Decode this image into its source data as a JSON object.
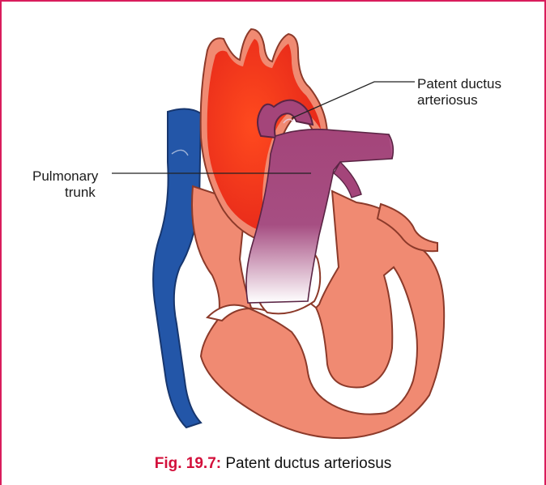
{
  "labels": {
    "patent_ductus_line1": "Patent ductus",
    "patent_ductus_line2": "arteriosus",
    "pulmonary_trunk_line1": "Pulmonary",
    "pulmonary_trunk_line2": "trunk"
  },
  "caption": {
    "number": "Fig. 19.7:",
    "title": "Patent ductus arteriosus"
  },
  "colors": {
    "frame": "#d91c5c",
    "aorta": "#f0301c",
    "heart_wall": "#f08a72",
    "pulmonary": "#a4457a",
    "vena_cava": "#2356a8",
    "caption_number": "#d3103b"
  }
}
